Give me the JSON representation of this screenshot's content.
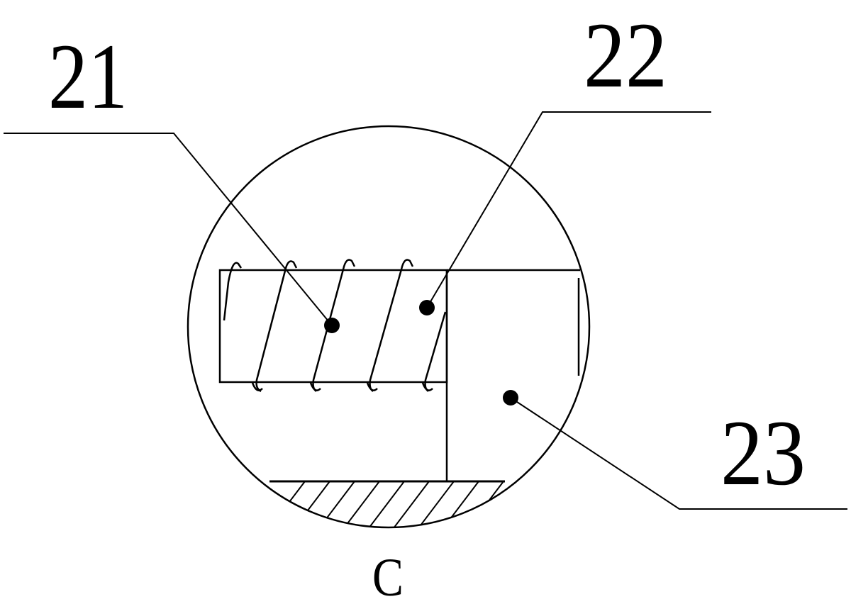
{
  "labels": {
    "part_21": "21",
    "part_22": "22",
    "part_23": "23",
    "view_c": "C"
  },
  "colors": {
    "stroke": "#000000",
    "background": "#ffffff"
  }
}
